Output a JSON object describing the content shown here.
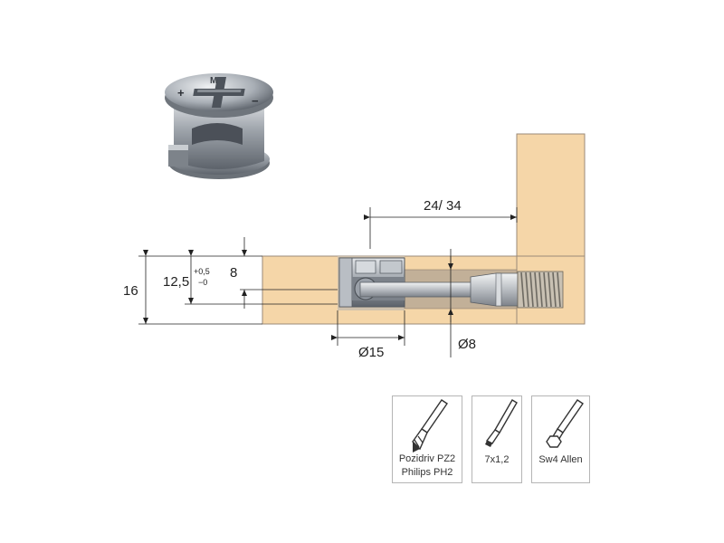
{
  "dimensions": {
    "depth": "24/ 34",
    "height_total": "16",
    "height_center": "12,5",
    "tolerance_upper": "+0,5",
    "tolerance_lower": "−0",
    "offset": "8",
    "cam_diameter": "Ø15",
    "bolt_diameter": "Ø8"
  },
  "cam_marks": {
    "plus": "+",
    "minus": "−",
    "logo": "M"
  },
  "tools": [
    {
      "icon": "pozidriv-screwdriver-icon",
      "line1": "Pozidriv PZ2",
      "line2": "Philips PH2"
    },
    {
      "icon": "slotted-screwdriver-icon",
      "line1": "7x1,2"
    },
    {
      "icon": "allen-key-icon",
      "line1": "Sw4 Allen"
    }
  ],
  "colors": {
    "wood": "#f5d6a8",
    "wood_edge": "#9a8a78",
    "metal": "#9aa0a8",
    "line": "#333333"
  }
}
